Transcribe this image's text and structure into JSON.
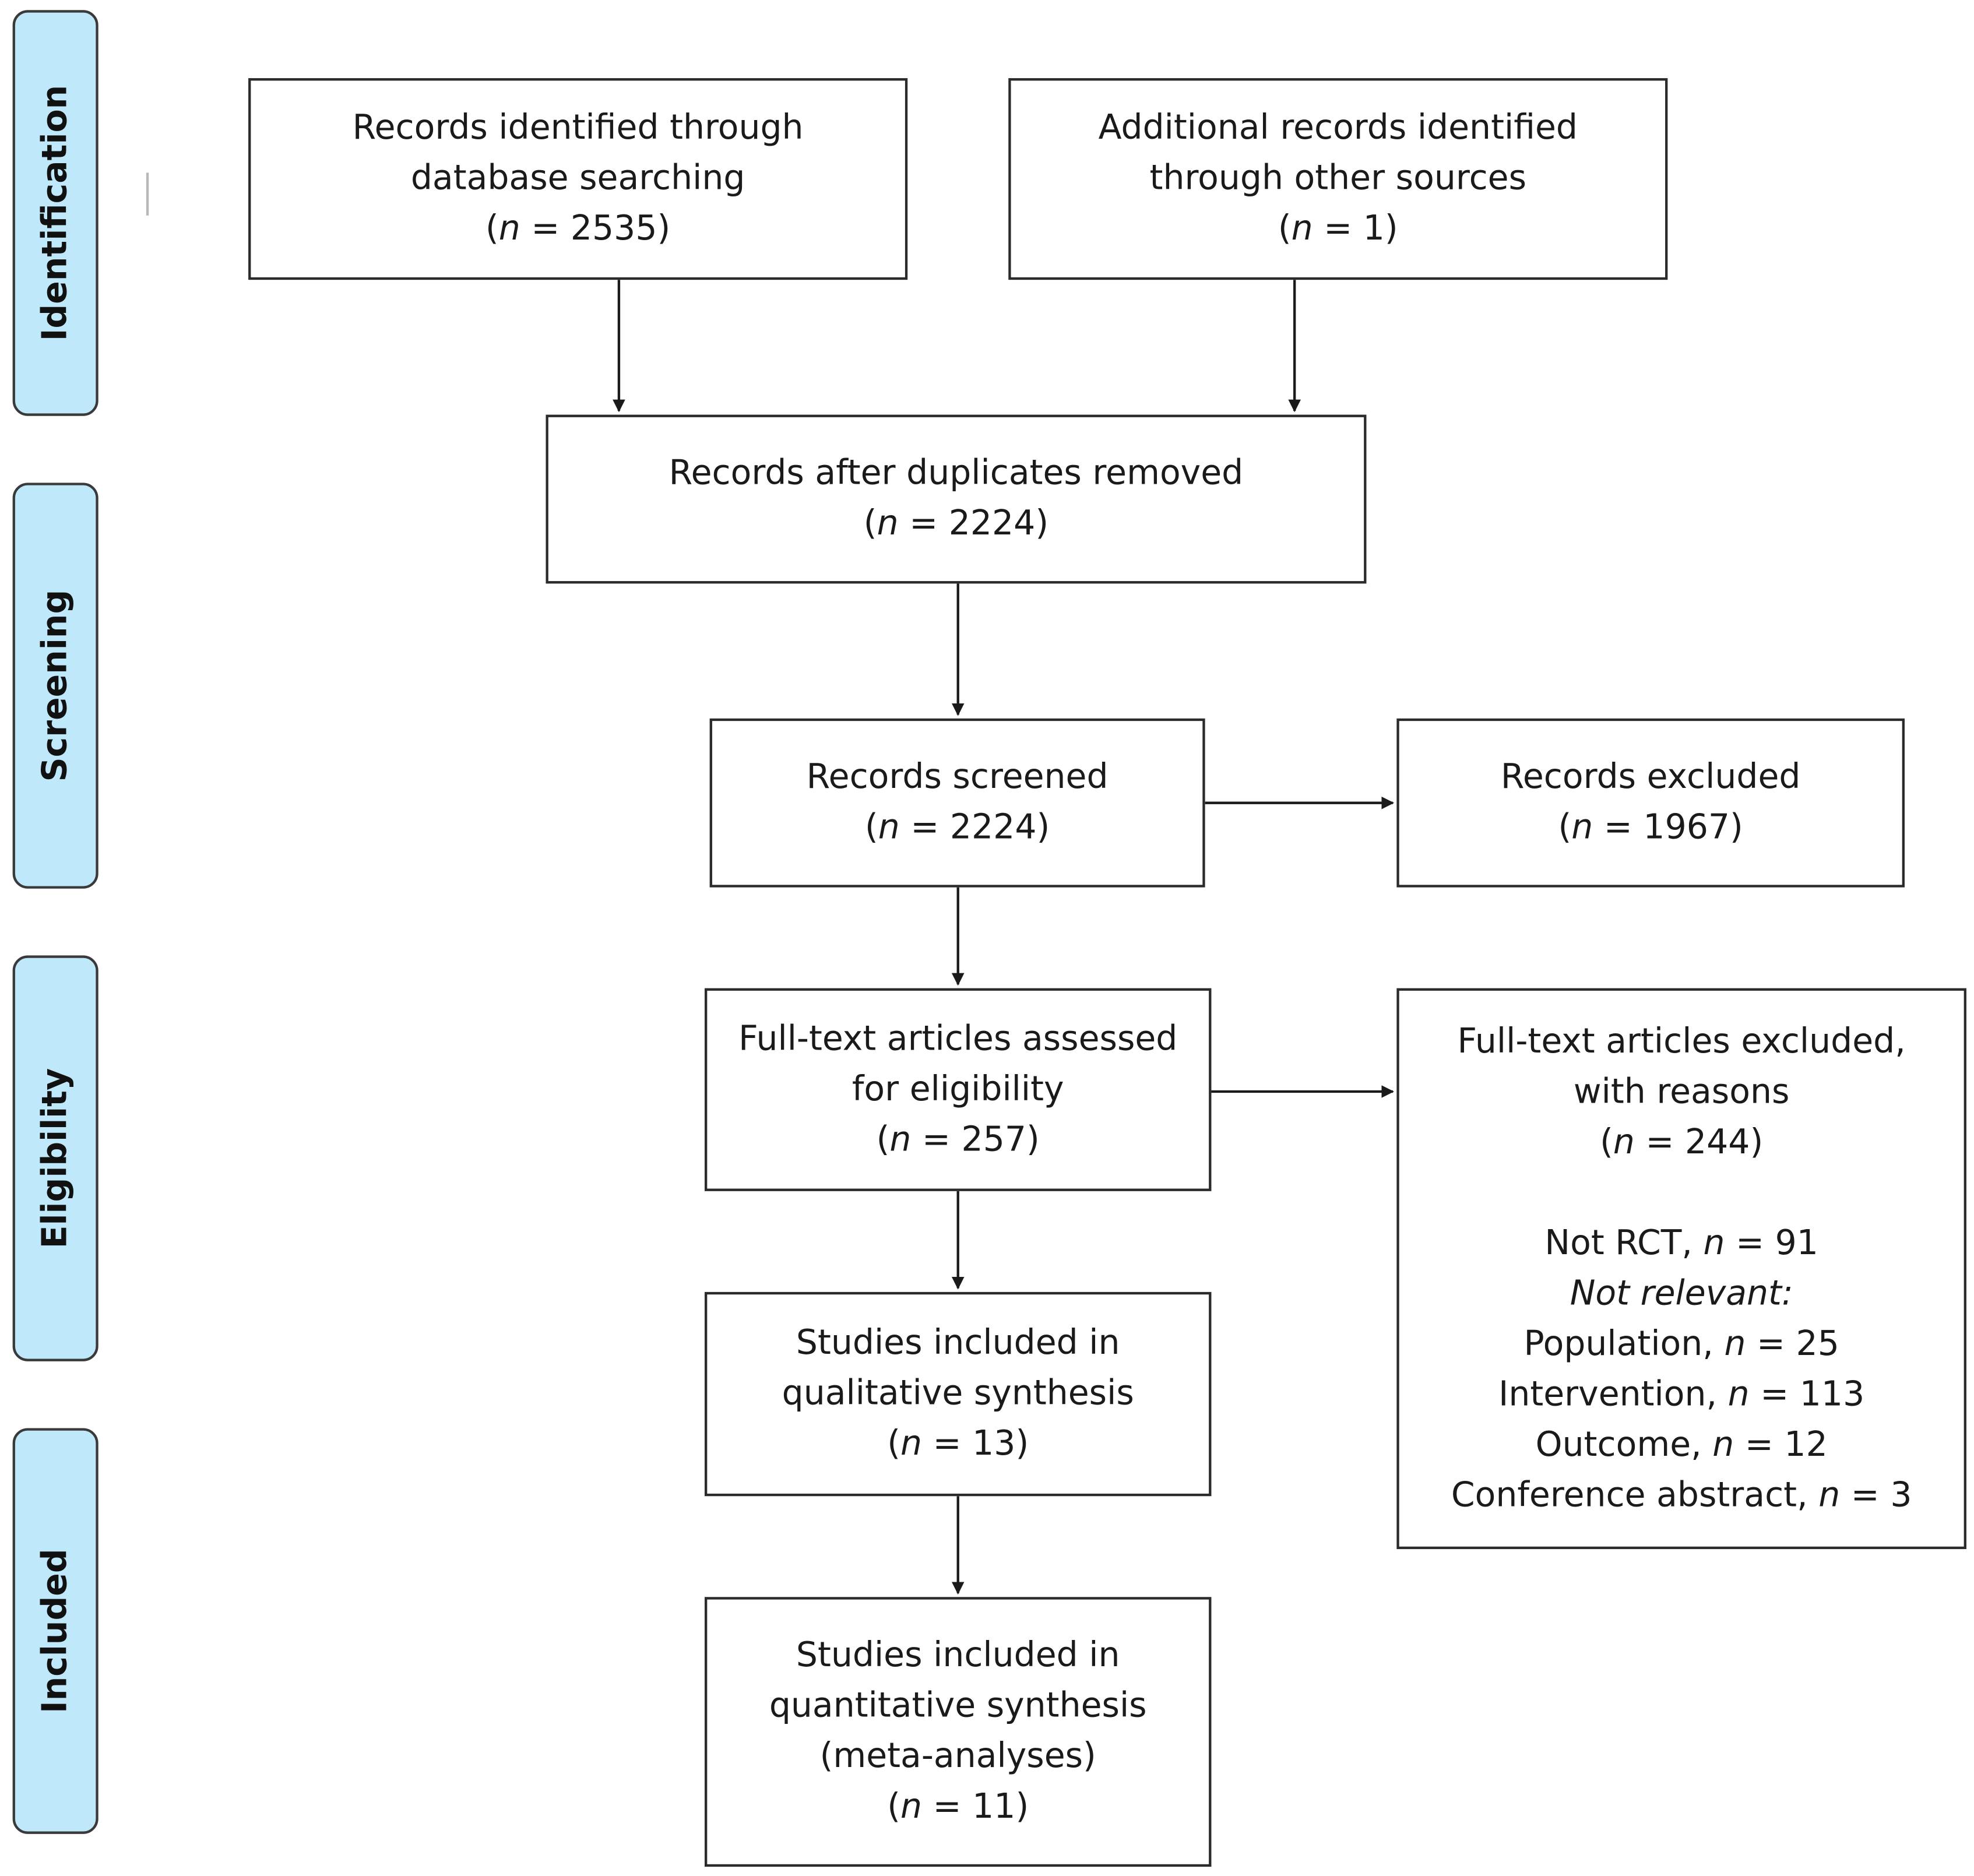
{
  "phases": {
    "identification": "Identification",
    "screening": "Screening",
    "eligibility": "Eligibility",
    "included": "Included"
  },
  "boxes": {
    "database": {
      "line1": "Records identified through",
      "line2": "database searching",
      "count": "2535"
    },
    "other_sources": {
      "line1": "Additional records identified",
      "line2": "through other sources",
      "count": "1"
    },
    "after_duplicates": {
      "line1": "Records after duplicates removed",
      "count": "2224"
    },
    "screened": {
      "line1": "Records screened",
      "count": "2224"
    },
    "excluded": {
      "line1": "Records excluded",
      "count": "1967"
    },
    "fulltext_assessed": {
      "line1": "Full-text articles assessed",
      "line2": "for eligibility",
      "count": "257"
    },
    "fulltext_excluded": {
      "line1": "Full-text articles excluded,",
      "line2": "with reasons",
      "count": "244",
      "not_rct_label": "Not RCT, ",
      "not_rct_count": "91",
      "not_relevant": "Not relevant:",
      "population_label": "Population, ",
      "population_count": "25",
      "intervention_label": "Intervention, ",
      "intervention_count": "113",
      "outcome_label": "Outcome, ",
      "outcome_count": "12",
      "conference_label": "Conference abstract, ",
      "conference_count": "3"
    },
    "qualitative": {
      "line1": "Studies included in",
      "line2": "qualitative synthesis",
      "count": "13"
    },
    "quantitative": {
      "line1": "Studies included in",
      "line2": "quantitative synthesis",
      "line3": "(meta-analyses)",
      "count": "11"
    }
  },
  "symbols": {
    "n": "n",
    "eq": " = ",
    "open": "(",
    "close": ")"
  }
}
